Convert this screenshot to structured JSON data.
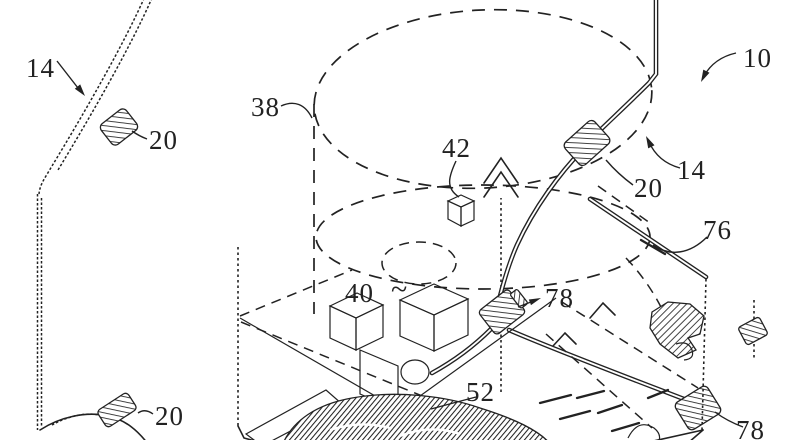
{
  "figure": {
    "kind": "patent-line-drawing",
    "background": "#ffffff",
    "ink": "#222222",
    "description": "Isometric patent-style drawing: partial drum panel at left, large dashed cylindrical tub in center with wire harness and clips, component housing box at lower right, dense mechanical assembly at bottom center."
  },
  "labels": [
    {
      "id": "ref-14-left",
      "text": "14"
    },
    {
      "id": "ref-20-upper-left",
      "text": "20"
    },
    {
      "id": "ref-38",
      "text": "38"
    },
    {
      "id": "ref-42",
      "text": "42"
    },
    {
      "id": "ref-10",
      "text": "10"
    },
    {
      "id": "ref-14-right",
      "text": "14"
    },
    {
      "id": "ref-20-right",
      "text": "20"
    },
    {
      "id": "ref-76",
      "text": "76"
    },
    {
      "id": "ref-40",
      "text": "40",
      "suffix": "~"
    },
    {
      "id": "ref-78-upper",
      "text": "78"
    },
    {
      "id": "ref-52",
      "text": "52"
    },
    {
      "id": "ref-20-lower-left",
      "text": "20"
    },
    {
      "id": "ref-78-lower",
      "text": "78"
    }
  ]
}
